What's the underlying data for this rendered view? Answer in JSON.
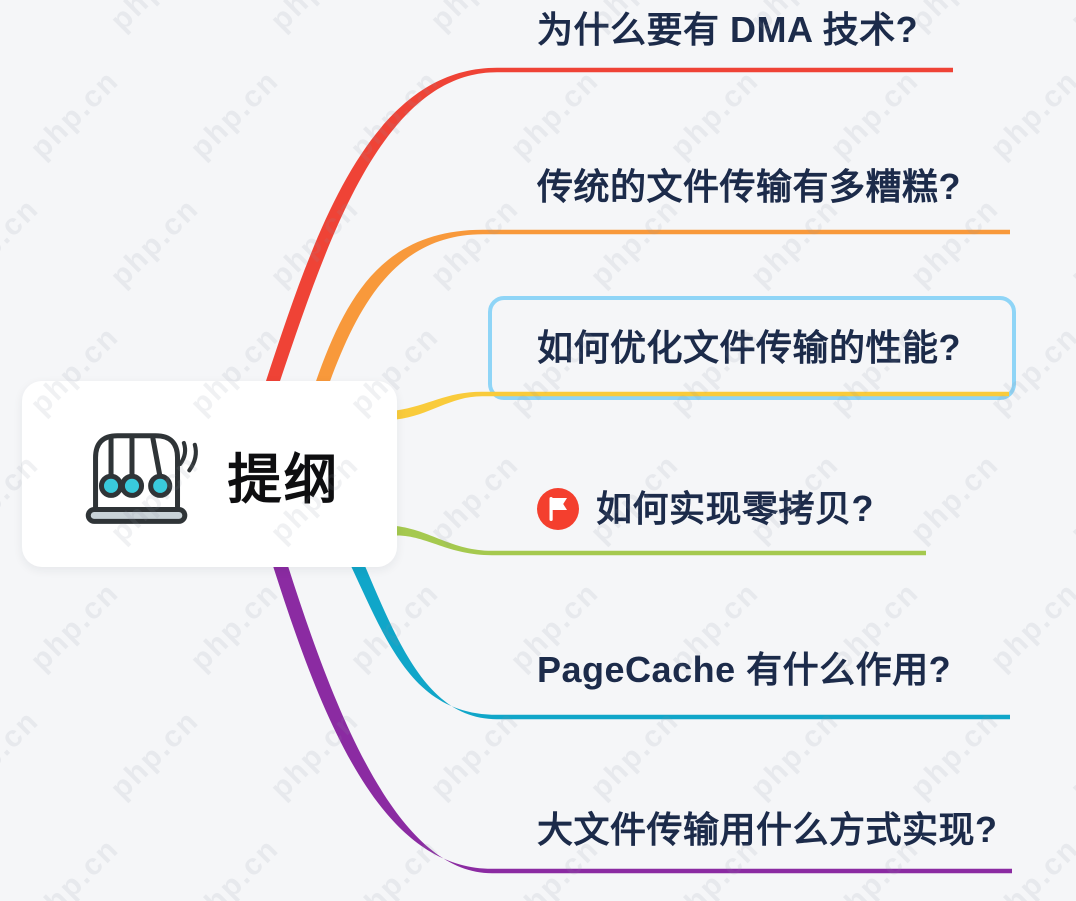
{
  "app": {
    "background_color": "#F5F6F8",
    "text_color": "#1C2B4A"
  },
  "watermark": {
    "text": "php.cn"
  },
  "root_node": {
    "label": "提纲",
    "icon": "newtons-cradle-icon",
    "background_color": "#FFFFFF",
    "ball_color": "#39CADC",
    "base_color": "#C9D3D8",
    "outline_color": "#2F3437"
  },
  "branches": [
    {
      "label": "为什么要有 DMA 技术?",
      "color": "#EF4336"
    },
    {
      "label": "传统的文件传输有多糟糕?",
      "color": "#F8993B"
    },
    {
      "label": "如何优化文件传输的性能?",
      "color": "#F9CB3B",
      "highlighted": true,
      "highlight_border_color": "#8FD5F7"
    },
    {
      "label": "如何实现零拷贝?",
      "color": "#A5C94F",
      "marker": "flag-icon",
      "marker_color": "#F43F2E"
    },
    {
      "label": "PageCache 有什么作用?",
      "color": "#10A6C9"
    },
    {
      "label": "大文件传输用什么方式实现?",
      "color": "#8B2BA2"
    }
  ]
}
